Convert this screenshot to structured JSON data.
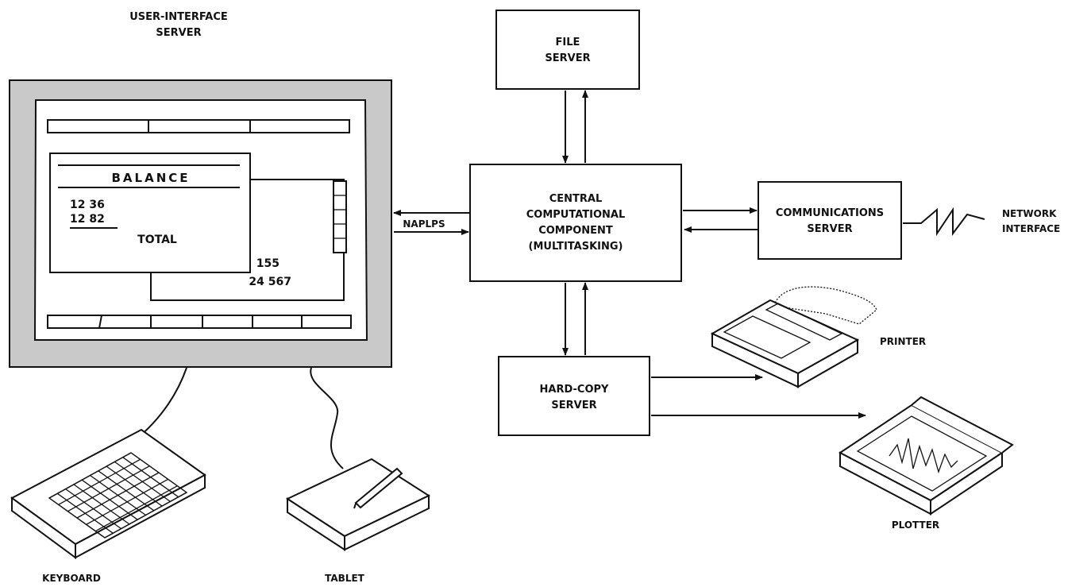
{
  "labels": {
    "ui_server": [
      "USER-INTERFACE",
      "SERVER"
    ],
    "file_server": [
      "FILE",
      "SERVER"
    ],
    "central": [
      "CENTRAL",
      "COMPUTATIONAL",
      "COMPONENT",
      "(MULTITASKING)"
    ],
    "comm_server": [
      "COMMUNICATIONS",
      "SERVER"
    ],
    "network": [
      "NETWORK",
      "INTERFACE"
    ],
    "hardcopy": [
      "HARD-COPY",
      "SERVER"
    ],
    "printer": "PRINTER",
    "plotter": "PLOTTER",
    "keyboard": "KEYBOARD",
    "tablet": "TABLET",
    "protocol": "NAPLPS"
  },
  "screen": {
    "window_title": "BALANCE",
    "rows": [
      "12 36",
      "12 82"
    ],
    "total_label": "TOTAL",
    "value_1": "155",
    "value_2": "24 567"
  }
}
